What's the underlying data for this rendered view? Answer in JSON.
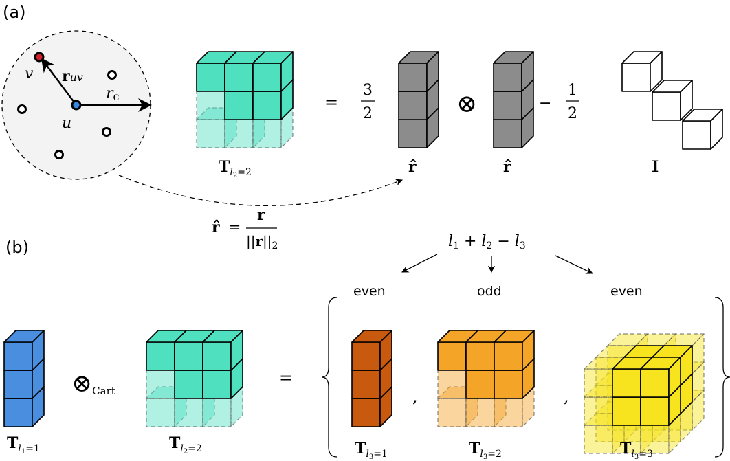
{
  "panels": {
    "a": "(a)",
    "b": "(b)"
  },
  "neighborhood": {
    "v": "v",
    "r_uv_r": "r",
    "r_uv_sub": "uv",
    "rc_r": "r",
    "rc_sub": "c",
    "u": "u"
  },
  "equation_a": {
    "equals": "=",
    "frac1_num": "3",
    "frac1_den": "2",
    "otimes": "⊗",
    "minus": "−",
    "frac2_num": "1",
    "frac2_den": "2"
  },
  "labels": {
    "T": "T",
    "l": "l",
    "rhat": "r̂",
    "identity": "I",
    "t_a_sub": "2",
    "t_a_eq": "=2",
    "t1_sub": "1",
    "t1_eq": "=1",
    "t2_sub": "2",
    "t2_eq": "=2",
    "t31_sub": "3",
    "t31_eq": "=1",
    "t32_sub": "3",
    "t32_eq": "=2",
    "t33_sub": "3",
    "t33_eq": "=3"
  },
  "normalization": {
    "lhs": "r̂",
    "eq": "=",
    "num": "r",
    "den_open": "||",
    "den_r": "r",
    "den_close": "||",
    "den_sub": "2"
  },
  "parity": {
    "l1": "l",
    "s1": "1",
    "plus": " + ",
    "l2": "l",
    "s2": "2",
    "minus": " − ",
    "l3": "l",
    "s3": "3",
    "even1": "even",
    "odd": "odd",
    "even2": "even"
  },
  "equation_b": {
    "otimes": "⊗",
    "cart": "Cart",
    "equals": "=",
    "comma": ","
  },
  "colors": {
    "teal": "#4fe0c0",
    "gray": "#8c8c8c",
    "blue": "#4a8ee0",
    "brown": "#c85a10",
    "orange": "#f4a427",
    "yellow": "#f7e41e",
    "red": "#d0202a",
    "node_blue": "#3a86e0"
  }
}
